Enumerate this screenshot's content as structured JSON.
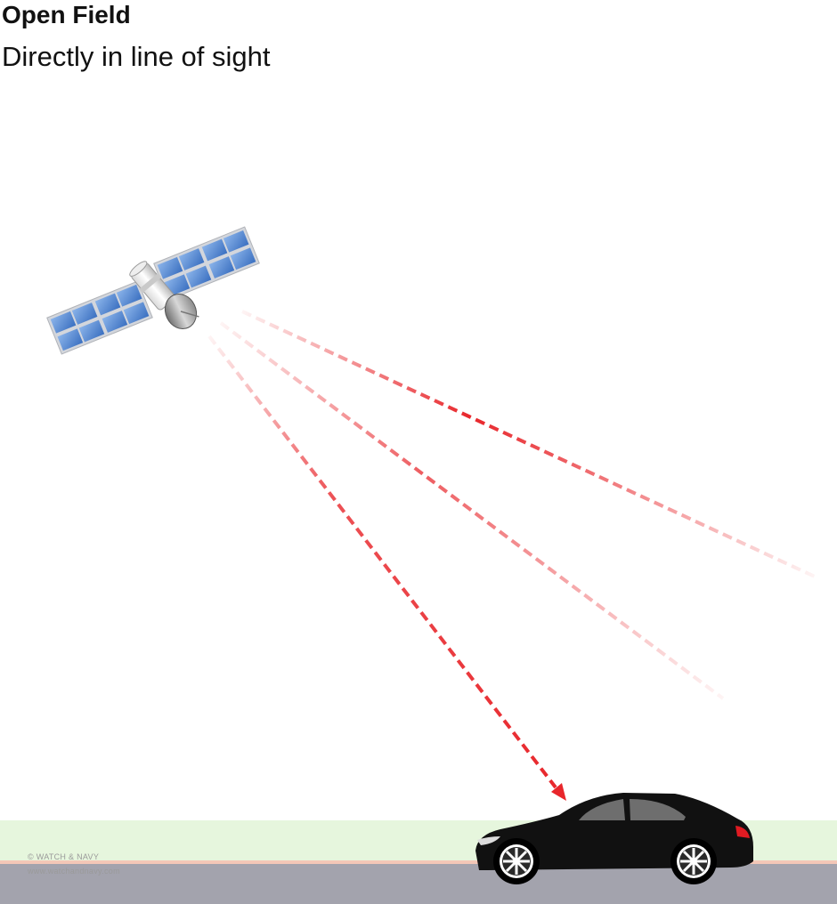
{
  "header": {
    "title": "Open Field",
    "subtitle": "Directly in line of sight"
  },
  "footer": {
    "copyright": "© WATCH & NAVY",
    "website": "www.watchandnavy.com"
  },
  "colors": {
    "signal": "#e8262b",
    "grass": "#e6f6dd",
    "road": "#a3a3ad",
    "road_edge": "#f3c7b7",
    "car_body": "#111111",
    "taillight": "#e01b22",
    "panel": "#4b82cf"
  },
  "icons": {
    "satellite": "satellite-icon",
    "car": "car-icon"
  }
}
